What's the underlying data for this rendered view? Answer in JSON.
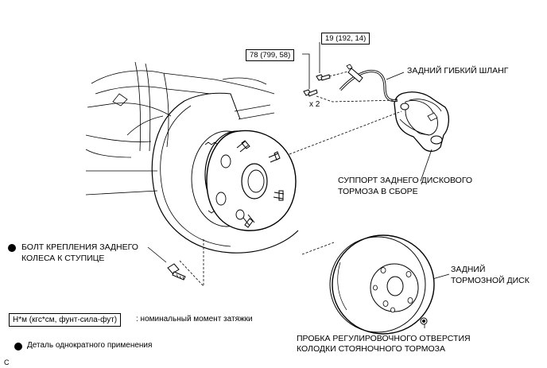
{
  "torque": {
    "upper": "19 (192, 14)",
    "lower": "78 (799, 58)",
    "qty": "x 2"
  },
  "labels": {
    "hose": "ЗАДНИЙ ГИБКИЙ ШЛАНГ",
    "caliper_1": "СУППОРТ ЗАДНЕГО ДИСКОВОГО",
    "caliper_2": "ТОРМОЗА В СБОРЕ",
    "bolt_1": "БОЛТ КРЕПЛЕНИЯ ЗАДНЕГО",
    "bolt_2": "КОЛЕСА К СТУПИЦЕ",
    "disc_1": "ЗАДНИЙ",
    "disc_2": "ТОРМОЗНОЙ ДИСК",
    "plug_1": "ПРОБКА РЕГУЛИРОВОЧНОГО ОТВЕРСТИЯ",
    "plug_2": "КОЛОДКИ СТОЯНОЧНОГО ТОРМОЗА"
  },
  "legend": {
    "unit_box": "Н*м (кгс*см, фунт-сила-фут)",
    "unit_desc": ": номинальный момент затяжки",
    "single_use": "Деталь однократного применения"
  },
  "corner_mark": "C"
}
